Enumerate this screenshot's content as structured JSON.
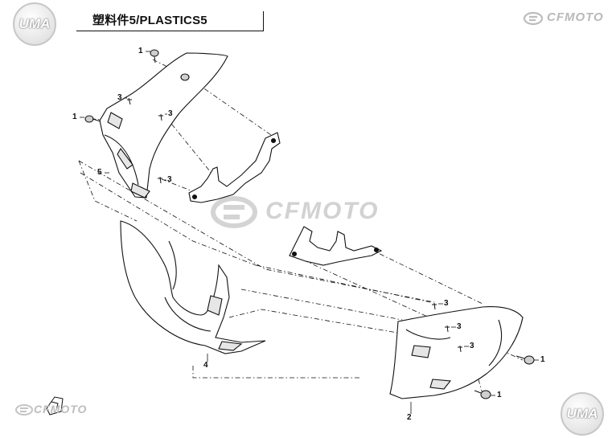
{
  "title": "塑料件5/PLASTICS5",
  "brand": {
    "name": "CFMOTO",
    "badge": "UMA"
  },
  "colors": {
    "line": "#111111",
    "watermark": "#d2d2d2",
    "logo": "#b9b9b9"
  },
  "callouts": [
    {
      "id": "c1a",
      "label": "1"
    },
    {
      "id": "c1b",
      "label": "1"
    },
    {
      "id": "c1c",
      "label": "1"
    },
    {
      "id": "c1d",
      "label": "1"
    },
    {
      "id": "c2",
      "label": "2"
    },
    {
      "id": "c3a",
      "label": "3"
    },
    {
      "id": "c3b",
      "label": "3"
    },
    {
      "id": "c3c",
      "label": "3"
    },
    {
      "id": "c3d",
      "label": "3"
    },
    {
      "id": "c3e",
      "label": "3"
    },
    {
      "id": "c3f",
      "label": "3"
    },
    {
      "id": "c4",
      "label": "4"
    },
    {
      "id": "c5",
      "label": "5"
    }
  ]
}
